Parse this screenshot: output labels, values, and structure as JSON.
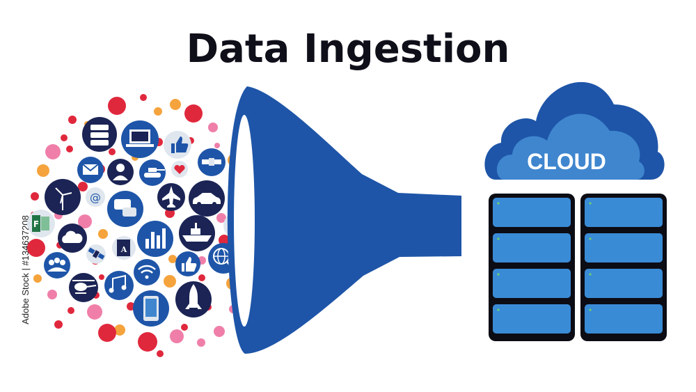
{
  "title": "Data Ingestion",
  "cloud_label": "CLOUD",
  "stock_id": "Adobe Stock | #134637208",
  "colors": {
    "primary_blue": "#1e55a8",
    "light_blue": "#3f86cf",
    "dark_navy": "#1b2454",
    "dot_red": "#e0283d",
    "dot_pink": "#ef7fa9",
    "dot_orange": "#f5a33c",
    "server_dark": "#0c0c14",
    "server_slot": "#3a8bd6",
    "server_led": "#6dd16d"
  },
  "icons": [
    "database-icon",
    "laptop-icon",
    "thumbs-up-icon",
    "satellite-icon",
    "mail-icon",
    "person-icon",
    "tank-icon",
    "heart-icon",
    "wind-turbine-icon",
    "at-sign-icon",
    "chat-icon",
    "fighter-jet-icon",
    "car-icon",
    "lock-icon",
    "spreadsheet-icon",
    "cloud-icon",
    "bar-chart-icon",
    "ship-icon",
    "user-icon",
    "satellite-small-icon",
    "book-icon",
    "like-icon",
    "globe-search-icon",
    "group-icon",
    "helicopter-icon",
    "music-icon",
    "wifi-icon",
    "phone-icon",
    "rocket-icon"
  ]
}
